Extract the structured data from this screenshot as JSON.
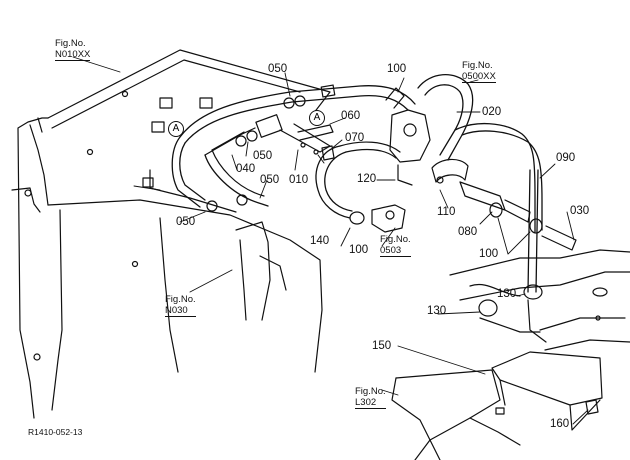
{
  "figure_code": "R1410-052-13",
  "view_marker": "A",
  "callouts": [
    "050",
    "100",
    "060",
    "070",
    "050",
    "040",
    "050",
    "010",
    "050",
    "120",
    "110",
    "080",
    "090",
    "030",
    "140",
    "100",
    "100",
    "130",
    "130",
    "150",
    "160",
    "020"
  ],
  "fig_refs": [
    {
      "prefix": "Fig.No.",
      "number": "N010XX"
    },
    {
      "prefix": "Fig.No.",
      "number": "0500XX"
    },
    {
      "prefix": "Fig.No.",
      "number": "0503"
    },
    {
      "prefix": "Fig.No.",
      "number": "N030"
    },
    {
      "prefix": "Fig.No.",
      "number": "L302"
    }
  ]
}
